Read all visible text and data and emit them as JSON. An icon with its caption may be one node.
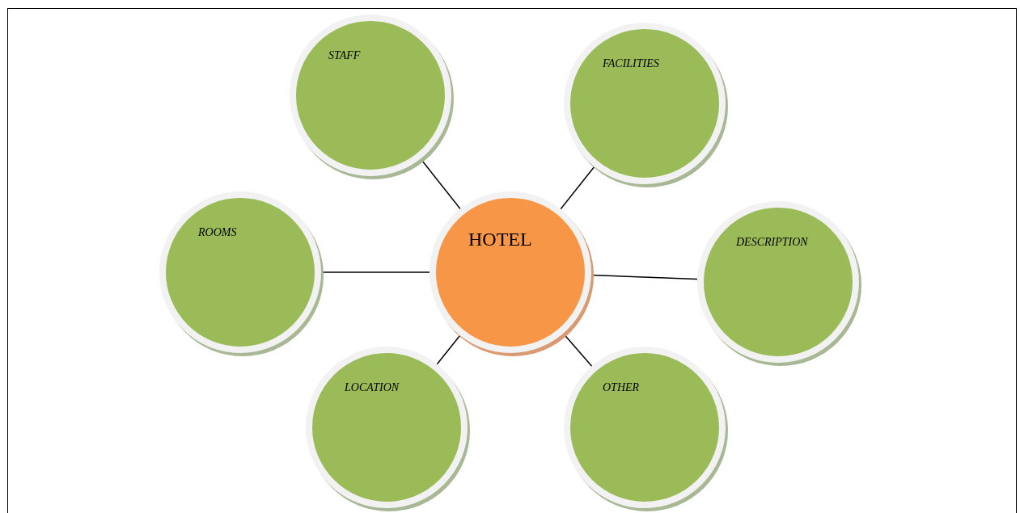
{
  "diagram": {
    "nodes": [
      {
        "text": [
          "STAFF"
        ]
      },
      {
        "text": [
          "FACILITIES"
        ]
      },
      {
        "text": [
          "ROOMS"
        ]
      },
      {
        "text": [
          "HOTEL"
        ]
      },
      {
        "text": [
          "DESCRIPTION"
        ]
      },
      {
        "text": [
          "LOCATION"
        ]
      },
      {
        "text": [
          "OTHER"
        ]
      }
    ],
    "edges": [
      {
        "from": 3,
        "to": 0,
        "arrow": "none"
      },
      {
        "from": 3,
        "to": 1,
        "arrow": "none"
      },
      {
        "from": 3,
        "to": 2,
        "arrow": "none"
      },
      {
        "from": 3,
        "to": 4,
        "arrow": "none"
      },
      {
        "from": 3,
        "to": 5,
        "arrow": "none"
      },
      {
        "from": 3,
        "to": 6,
        "arrow": "none"
      }
    ]
  }
}
